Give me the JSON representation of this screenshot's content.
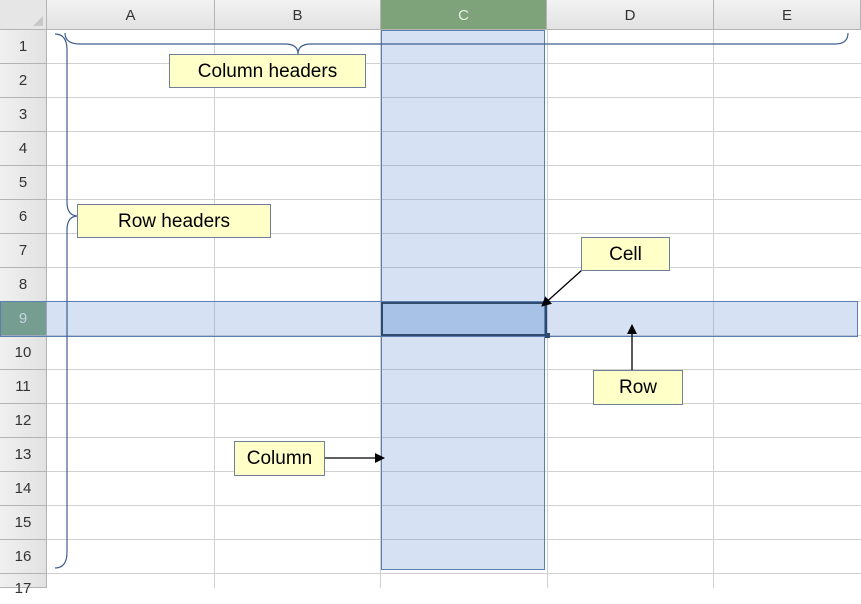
{
  "columns": [
    "A",
    "B",
    "C",
    "D",
    "E"
  ],
  "rows": [
    "1",
    "2",
    "3",
    "4",
    "5",
    "6",
    "7",
    "8",
    "9",
    "10",
    "11",
    "12",
    "13",
    "14",
    "15",
    "16",
    "17"
  ],
  "selected_column": "C",
  "selected_row": "9",
  "callouts": {
    "column_headers": "Column headers",
    "row_headers": "Row headers",
    "cell": "Cell",
    "row": "Row",
    "column": "Column"
  },
  "colors": {
    "highlight": "#d3e0f0",
    "header_selected": "#7ea37a",
    "callout_fill": "#ffffc8"
  }
}
